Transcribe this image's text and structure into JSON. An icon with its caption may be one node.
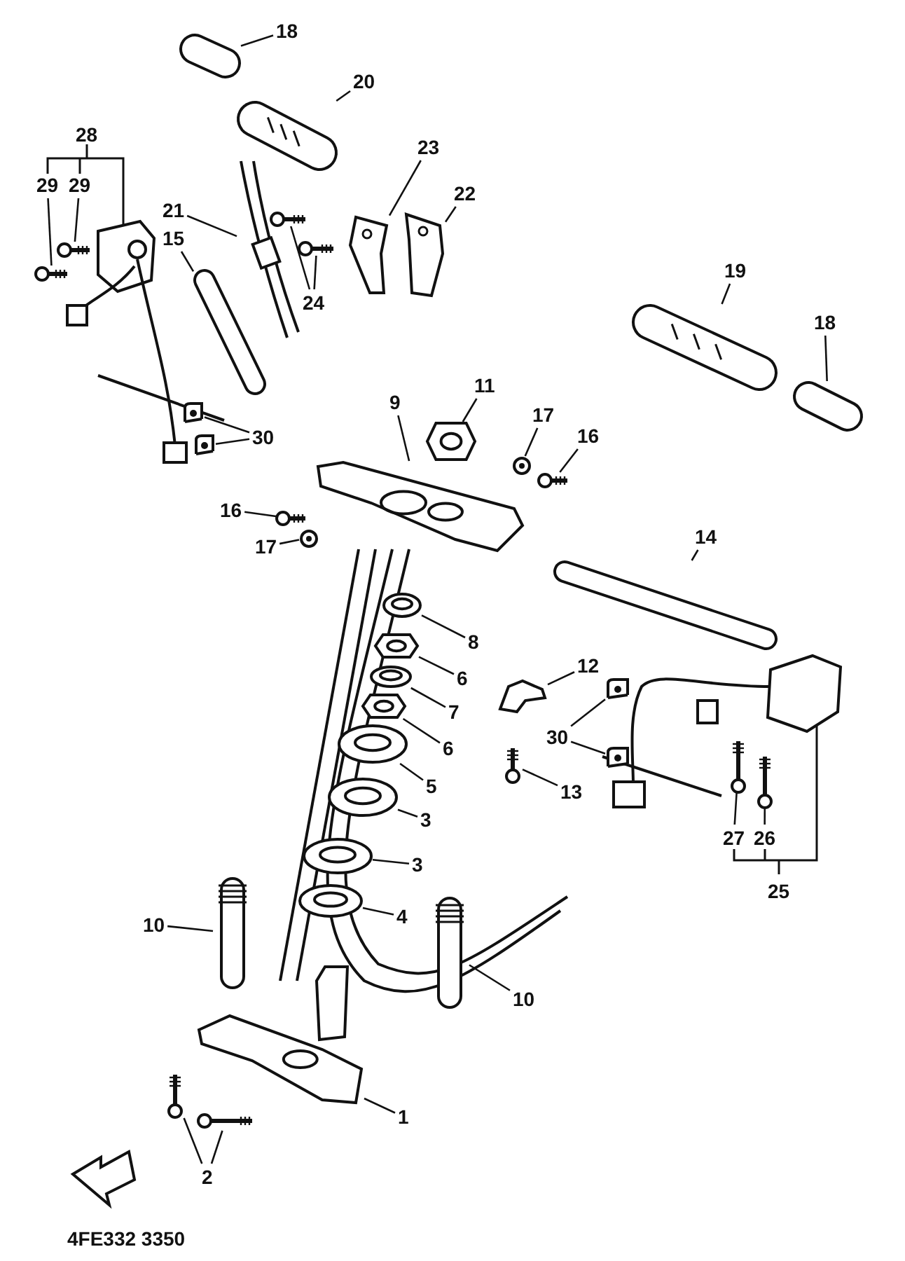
{
  "diagram": {
    "nodes": [
      {
        "text": [
          "18"
        ]
      },
      {
        "text": [
          "20"
        ]
      },
      {
        "text": [
          "29"
        ]
      },
      {
        "text": [
          "29"
        ]
      },
      {
        "text": [
          "21"
        ]
      },
      {
        "text": [
          "15"
        ]
      },
      {
        "text": [
          "23"
        ]
      },
      {
        "text": [
          "22"
        ]
      },
      {
        "text": [
          "24"
        ]
      },
      {
        "text": [
          "19"
        ]
      },
      {
        "text": [
          "18"
        ]
      },
      {
        "text": [
          "30"
        ]
      },
      {
        "text": [
          "9"
        ]
      },
      {
        "text": [
          "11"
        ]
      },
      {
        "text": [
          "17"
        ]
      },
      {
        "text": [
          "16"
        ]
      },
      {
        "text": [
          "16"
        ]
      },
      {
        "text": [
          "17"
        ]
      },
      {
        "text": [
          "14"
        ]
      },
      {
        "text": [
          "8"
        ]
      },
      {
        "text": [
          "6"
        ]
      },
      {
        "text": [
          "7"
        ]
      },
      {
        "text": [
          "6"
        ]
      },
      {
        "text": [
          "5"
        ]
      },
      {
        "text": [
          "12"
        ]
      },
      {
        "text": [
          "30"
        ]
      },
      {
        "text": [
          "13"
        ]
      },
      {
        "text": [
          "3"
        ]
      },
      {
        "text": [
          "27"
        ]
      },
      {
        "text": [
          "26"
        ]
      },
      {
        "text": [
          "3"
        ]
      },
      {
        "text": [
          "4"
        ]
      },
      {
        "text": [
          "10"
        ]
      },
      {
        "text": [
          "10"
        ]
      },
      {
        "text": [
          "1"
        ]
      },
      {
        "text": [
          "2"
        ]
      },
      {
        "text": [],
        "shape": "picture"
      },
      {
        "text": [],
        "shape": "picture"
      },
      {
        "text": [],
        "shape": "picture"
      },
      {
        "text": [],
        "shape": "picture"
      },
      {
        "text": [],
        "shape": "picture"
      },
      {
        "text": [],
        "shape": "picture"
      },
      {
        "text": [],
        "shape": "picture"
      },
      {
        "text": [],
        "shape": "picture"
      },
      {
        "text": [],
        "shape": "picture"
      },
      {
        "text": [],
        "shape": "picture"
      },
      {
        "text": [],
        "shape": "picture"
      },
      {
        "text": [],
        "shape": "picture"
      },
      {
        "text": [],
        "shape": "picture"
      },
      {
        "text": [],
        "shape": "picture"
      },
      {
        "text": [],
        "shape": "picture"
      },
      {
        "text": [],
        "shape": "picture"
      },
      {
        "text": [],
        "shape": "picture"
      },
      {
        "text": [],
        "shape": "picture"
      },
      {
        "text": [],
        "shape": "picture"
      },
      {
        "text": [],
        "shape": "picture"
      },
      {
        "text": [],
        "shape": "picture"
      },
      {
        "text": [],
        "shape": "picture"
      },
      {
        "text": [],
        "shape": "picture"
      },
      {
        "text": [],
        "shape": "picture"
      },
      {
        "text": [],
        "shape": "picture"
      },
      {
        "text": [],
        "shape": "picture"
      },
      {
        "text": [],
        "shape": "picture"
      },
      {
        "text": [],
        "shape": "picture"
      },
      {
        "text": [],
        "shape": "picture"
      },
      {
        "text": [],
        "shape": "picture"
      },
      {
        "text": [],
        "shape": "picture"
      },
      {
        "text": [],
        "shape": "picture"
      },
      {
        "text": [],
        "shape": "picture"
      },
      {
        "text": [],
        "shape": "picture"
      },
      {
        "text": [],
        "shape": "picture"
      },
      {
        "text": [],
        "shape": "picture"
      },
      {
        "text": [],
        "shape": "picture"
      },
      {
        "text": [],
        "shape": "picture"
      },
      {
        "text": [],
        "shape": "picture"
      },
      {
        "text": [],
        "shape": "picture"
      }
    ],
    "edges": [
      {
        "from": 0,
        "to": 36,
        "arrow": "none"
      },
      {
        "from": 1,
        "to": 37,
        "arrow": "none"
      },
      {
        "from": 2,
        "to": 39,
        "arrow": "none"
      },
      {
        "from": 3,
        "to": 38,
        "arrow": "none"
      },
      {
        "from": 4,
        "to": 40,
        "arrow": "none"
      },
      {
        "from": 5,
        "to": 41,
        "arrow": "none"
      },
      {
        "from": 6,
        "to": 42,
        "arrow": "none"
      },
      {
        "from": 7,
        "to": 43,
        "arrow": "none"
      },
      {
        "from": 8,
        "to": 44,
        "arrow": "none"
      },
      {
        "from": 8,
        "to": 45,
        "arrow": "none"
      },
      {
        "from": 9,
        "to": 46,
        "arrow": "none"
      },
      {
        "from": 10,
        "to": 47,
        "arrow": "none"
      },
      {
        "from": 11,
        "to": 48,
        "arrow": "none"
      },
      {
        "from": 11,
        "to": 49,
        "arrow": "none"
      },
      {
        "from": 12,
        "to": 50,
        "arrow": "none"
      },
      {
        "from": 13,
        "to": 51,
        "arrow": "none"
      },
      {
        "from": 14,
        "to": 52,
        "arrow": "none"
      },
      {
        "from": 15,
        "to": 53,
        "arrow": "none"
      },
      {
        "from": 16,
        "to": 54,
        "arrow": "none"
      },
      {
        "from": 17,
        "to": 55,
        "arrow": "none"
      },
      {
        "from": 18,
        "to": 56,
        "arrow": "none"
      },
      {
        "from": 19,
        "to": 57,
        "arrow": "none"
      },
      {
        "from": 20,
        "to": 58,
        "arrow": "none"
      },
      {
        "from": 21,
        "to": 59,
        "arrow": "none"
      },
      {
        "from": 22,
        "to": 60,
        "arrow": "none"
      },
      {
        "from": 23,
        "to": 61,
        "arrow": "none"
      },
      {
        "from": 24,
        "to": 62,
        "arrow": "none"
      },
      {
        "from": 25,
        "to": 63,
        "arrow": "none"
      },
      {
        "from": 25,
        "to": 64,
        "arrow": "none"
      },
      {
        "from": 26,
        "to": 65,
        "arrow": "none"
      },
      {
        "from": 27,
        "to": 66,
        "arrow": "none"
      },
      {
        "from": 28,
        "to": 67,
        "arrow": "none"
      },
      {
        "from": 29,
        "to": 68,
        "arrow": "none"
      },
      {
        "from": 30,
        "to": 69,
        "arrow": "none"
      },
      {
        "from": 31,
        "to": 70,
        "arrow": "none"
      },
      {
        "from": 32,
        "to": 71,
        "arrow": "none"
      },
      {
        "from": 33,
        "to": 72,
        "arrow": "none"
      },
      {
        "from": 34,
        "to": 73,
        "arrow": "none"
      },
      {
        "from": 35,
        "to": 74,
        "arrow": "none"
      },
      {
        "from": 35,
        "to": 75,
        "arrow": "none"
      }
    ],
    "labels": [
      "28",
      "25",
      "4FE332 3350"
    ]
  }
}
